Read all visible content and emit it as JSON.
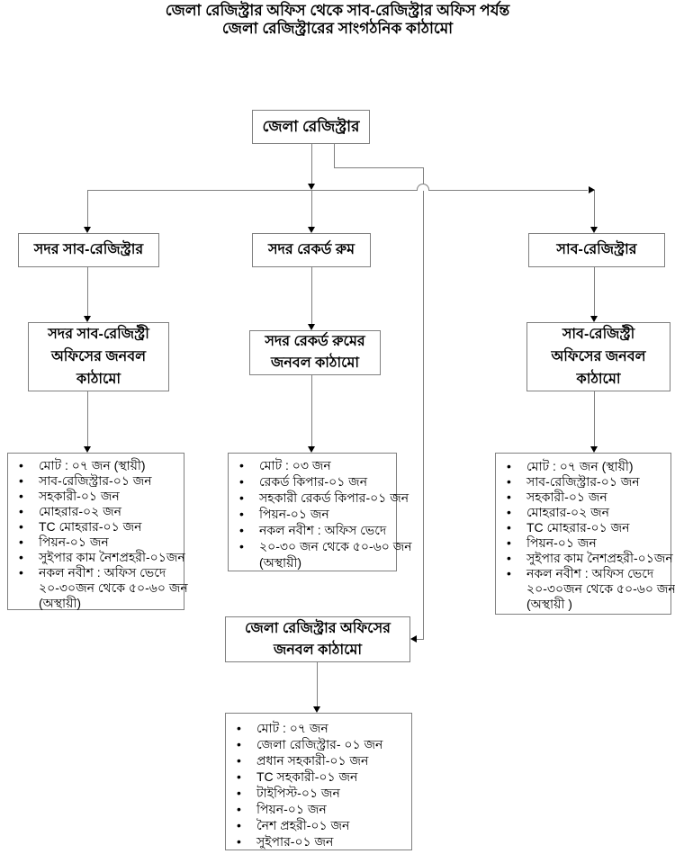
{
  "title": {
    "line1": "জেলা রেজিস্ট্রার অফিস থেকে সাব-রেজিস্ট্রার অফিস পর্যন্ত",
    "line2": "জেলা রেজিস্ট্রারের সাংগঠনিক কাঠামো"
  },
  "chrome": {
    "bullet": "•"
  },
  "colors": {
    "background": "#ffffff",
    "box_border": "#7f7f7f",
    "connector_line": "#7f7f7f",
    "arrowhead": "#000000",
    "text": "#000000"
  },
  "nodes": {
    "root": {
      "label": "জেলা রেজিস্ট্রার"
    },
    "sadar_sub_registrar": {
      "label": "সদর সাব-রেজিস্ট্রার"
    },
    "sadar_record_room": {
      "label": "সদর রেকর্ড রুম"
    },
    "sub_registrar": {
      "label": "সাব-রেজিস্ট্রার"
    },
    "sadar_sub_registry_manpower": {
      "lines": [
        "সদর সাব-রেজিস্ট্রী",
        "অফিসের জনবল",
        "কাঠামো"
      ]
    },
    "sadar_record_room_manpower": {
      "lines": [
        "সদর রেকর্ড রুমের",
        "জনবল কাঠামো"
      ]
    },
    "sub_registry_manpower": {
      "lines": [
        "সাব-রেজিস্ট্রী",
        "অফিসের জনবল",
        "কাঠামো"
      ]
    },
    "district_registrar_office_manpower": {
      "lines": [
        "জেলা রেজিস্ট্রার অফিসের",
        "জনবল কাঠামো"
      ]
    }
  },
  "lists": {
    "left": {
      "rows": [
        {
          "text": "মোট : ০৭ জন (স্থায়ী)"
        },
        {
          "text": "সাব-রেজিস্ট্রার-০১ জন"
        },
        {
          "text": "সহকারী-০১ জন"
        },
        {
          "text": "মোহরার-০২ জন"
        },
        {
          "text": "TC মোহরার-০১ জন"
        },
        {
          "text": "পিয়ন-০১ জন"
        },
        {
          "text": "সুইপার কাম নৈশপ্রহরী-০১জন"
        },
        {
          "text": "নকল নবীশ : অফিস ভেদে"
        },
        {
          "text": "২০-৩০জন থেকে ৫০-৬০ জন",
          "cont": true
        },
        {
          "text": "(অস্থায়ী)",
          "cont": true
        }
      ]
    },
    "middle": {
      "rows": [
        {
          "text": "মোট : ০৩ জন"
        },
        {
          "text": "রেকর্ড কিপার-০১ জন"
        },
        {
          "text": "সহকারী রেকর্ড কিপার-০১ জন"
        },
        {
          "text": "পিয়ন-০১ জন"
        },
        {
          "text": "নকল নবীশ : অফিস ভেদে"
        },
        {
          "text": "২০-৩০ জন থেকে ৫০-৬০ জন"
        },
        {
          "text": "(অস্থায়ী)",
          "cont": true
        }
      ]
    },
    "right": {
      "rows": [
        {
          "text": "মোট : ০৭ জন (স্থায়ী)"
        },
        {
          "text": "সাব-রেজিস্ট্রার-০১ জন"
        },
        {
          "text": "সহকারী-০১ জন"
        },
        {
          "text": "মোহরার-০২ জন"
        },
        {
          "text": "TC মোহরার-০১ জন"
        },
        {
          "text": "পিয়ন-০১ জন"
        },
        {
          "text": "সুইপার কাম নৈশপ্রহরী-০১জন"
        },
        {
          "text": "নকল নবীশ : অফিস ভেদে"
        },
        {
          "text": "২০-৩০জন থেকে ৫০-৬০ জন",
          "cont": true
        },
        {
          "text": "(অস্থায়ী )",
          "cont": true
        }
      ]
    },
    "bottom": {
      "rows": [
        {
          "text": "মোট : ০৭ জন"
        },
        {
          "text": "জেলা রেজিস্ট্রার- ০১ জন"
        },
        {
          "text": "প্রধান সহকারী-০১ জন"
        },
        {
          "text": "TC সহকারী-০১ জন"
        },
        {
          "text": "টাইপিস্ট-০১ জন"
        },
        {
          "text": "পিয়ন-০১ জন"
        },
        {
          "text": "নৈশ প্রহরী-০১ জন"
        },
        {
          "text": "সুইপার-০১ জন"
        }
      ]
    }
  }
}
